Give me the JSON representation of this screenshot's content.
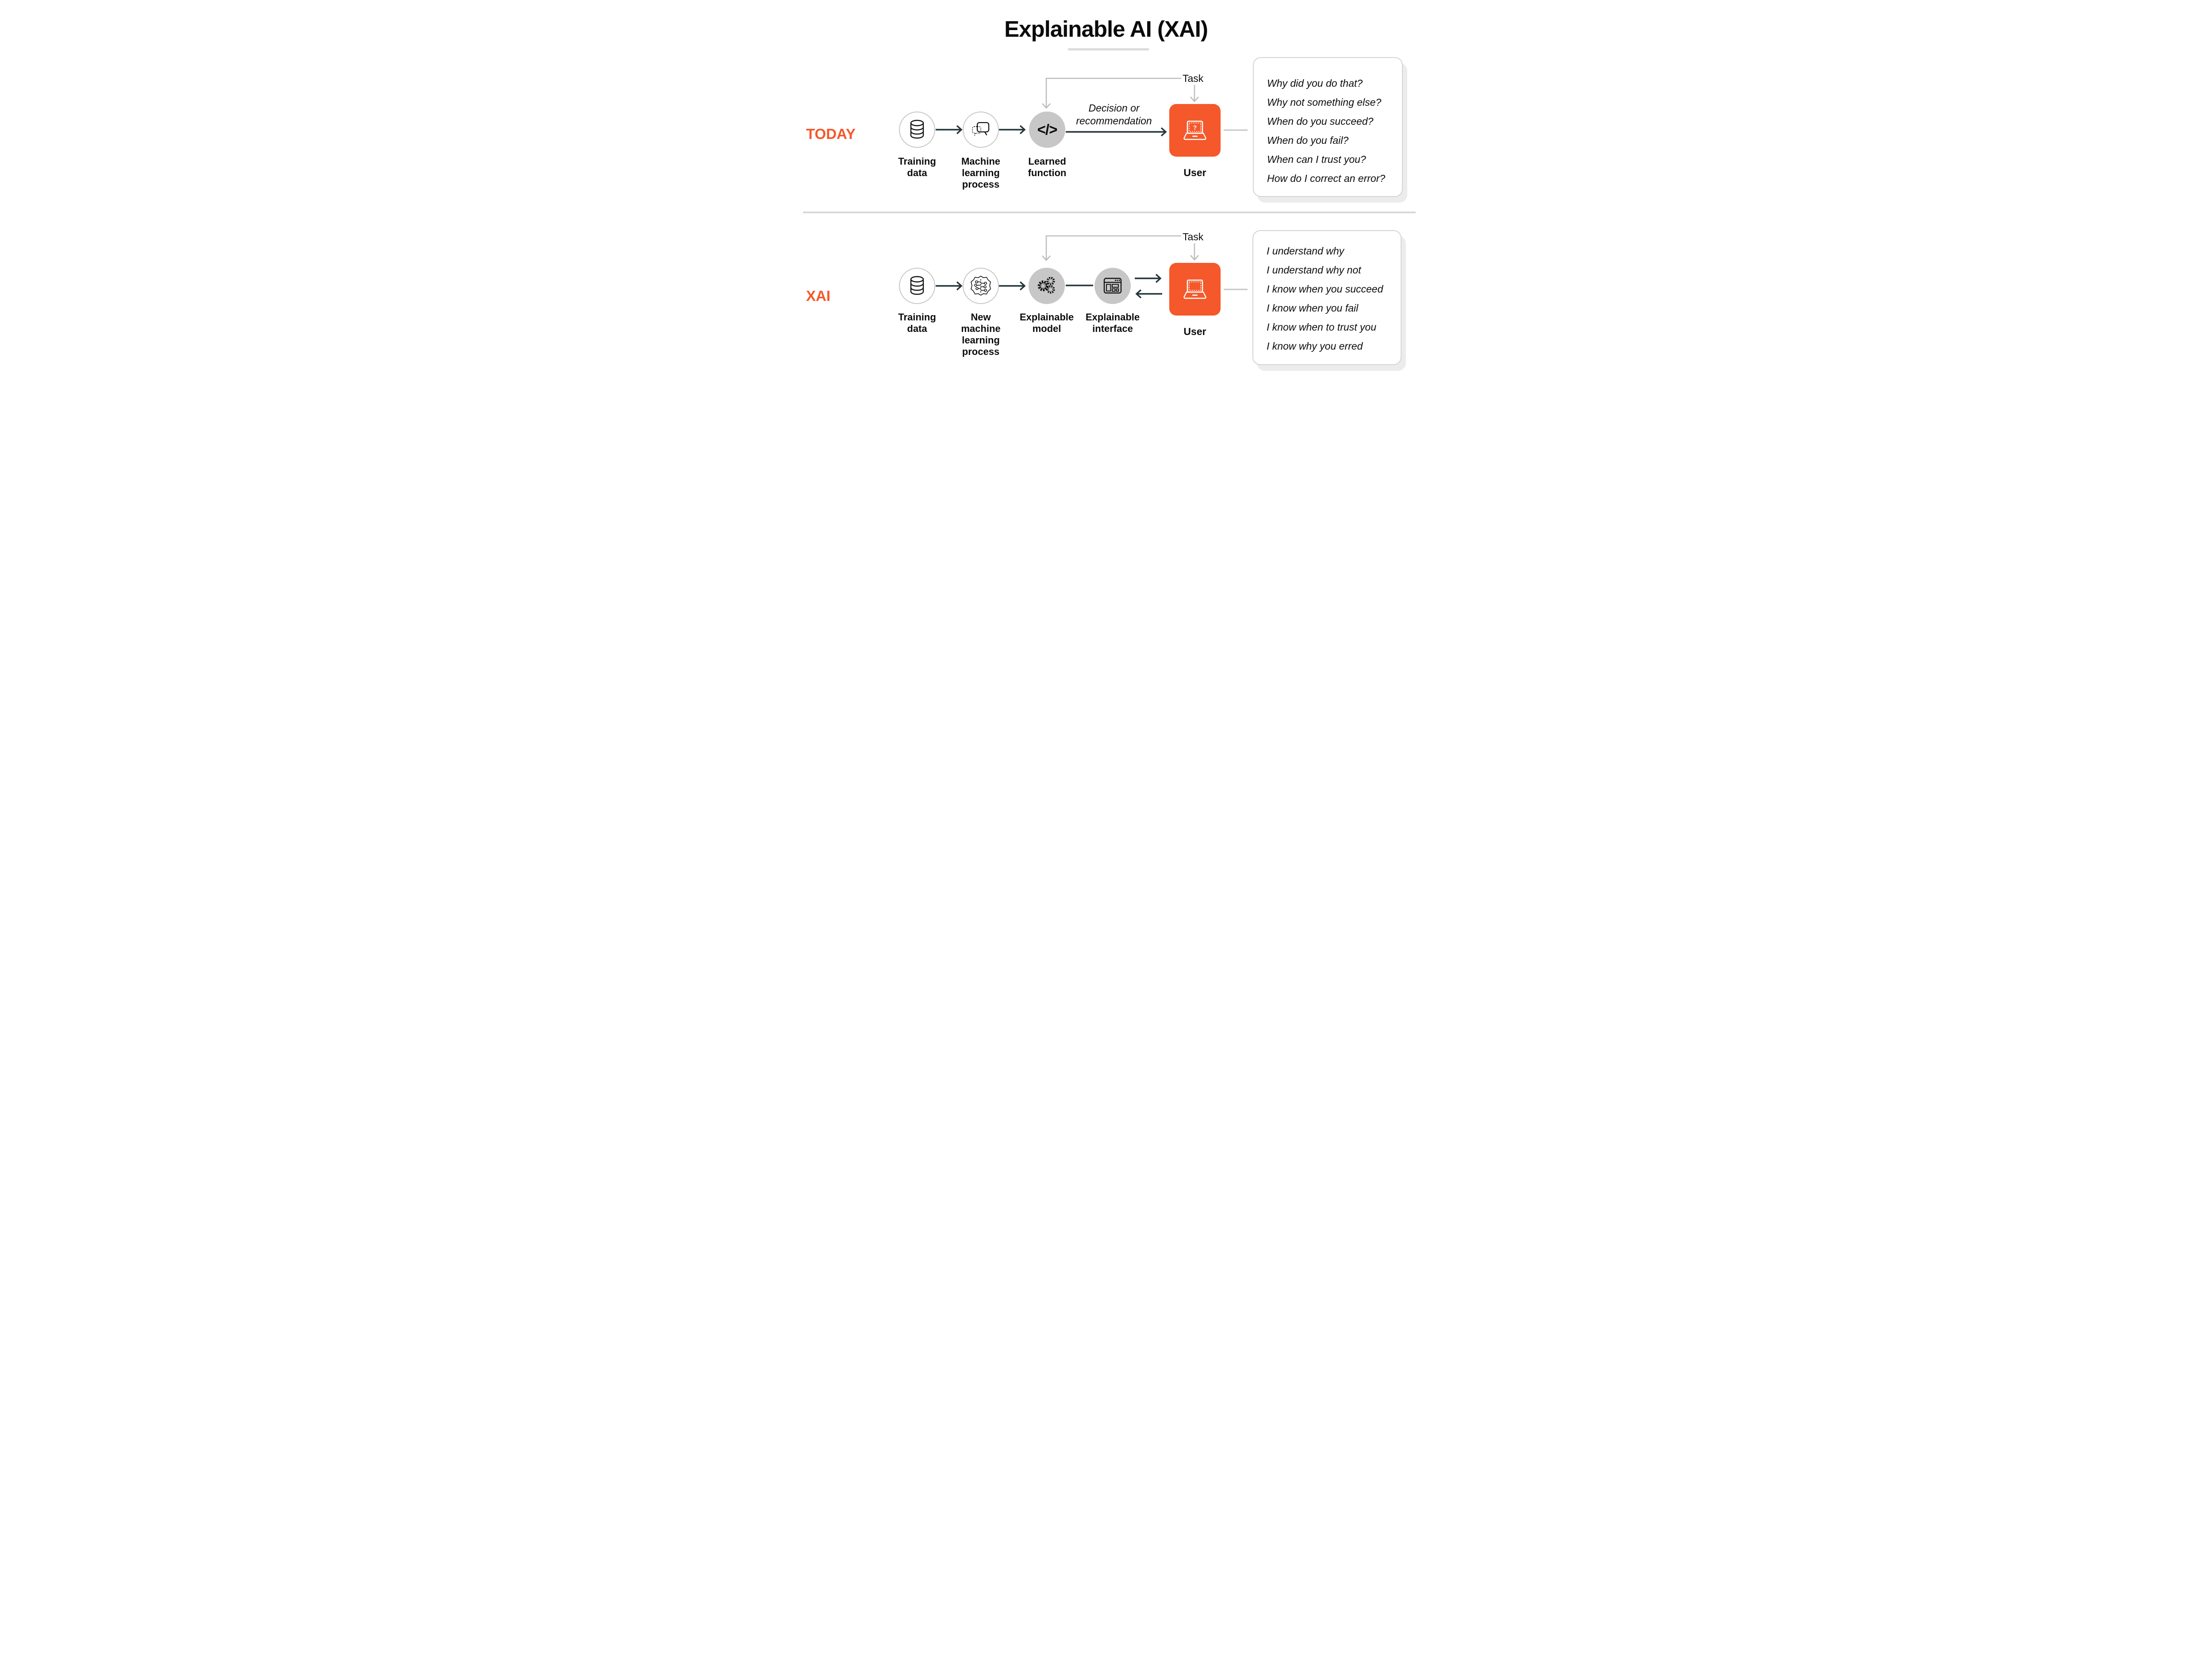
{
  "title": "Explainable AI (XAI)",
  "colors": {
    "orange": "#F4582B",
    "arrow_dark": "#24353C",
    "circle_fill_gray": "#C7C7C7",
    "line_gray": "#BDBDBD"
  },
  "today": {
    "section_label": "TODAY",
    "task_label": "Task",
    "flow_annotation": "Decision or\nrecommendation",
    "code_glyph": "</>",
    "nodes": [
      {
        "label": "Training\ndata",
        "icon": "database-icon"
      },
      {
        "label": "Machine\nlearning\nprocess",
        "icon": "speech-bubbles-icon"
      },
      {
        "label": "Learned\nfunction",
        "icon": "code-icon"
      }
    ],
    "user": {
      "label": "User",
      "icon": "laptop-question-icon",
      "screen_glyph": "?"
    },
    "panel_lines": [
      "Why did you do that?",
      "Why not something else?",
      "When do you succeed?",
      "When do you fail?",
      "When can I trust you?",
      "How do I correct an error?"
    ]
  },
  "xai": {
    "section_label": "XAI",
    "task_label": "Task",
    "nodes": [
      {
        "label": "Training\ndata",
        "icon": "database-icon"
      },
      {
        "label": "New\nmachine\nlearning\nprocess",
        "icon": "brain-circuit-icon"
      },
      {
        "label": "Explainable\nmodel",
        "icon": "gears-icon"
      },
      {
        "label": "Explainable\ninterface",
        "icon": "browser-icon"
      }
    ],
    "user": {
      "label": "User",
      "icon": "laptop-icon"
    },
    "panel_lines": [
      "I understand why",
      "I understand why not",
      "I know when you succeed",
      "I know when you fail",
      "I know when to trust you",
      "I know why you erred"
    ]
  }
}
